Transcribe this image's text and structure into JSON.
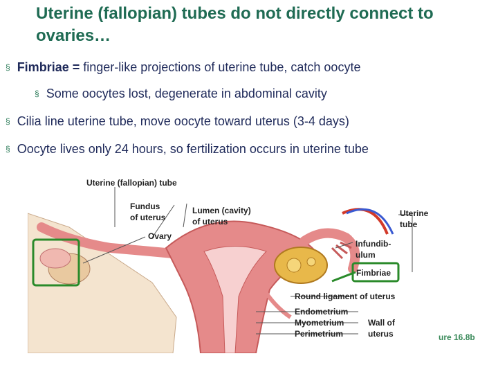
{
  "slide": {
    "title": "Uterine (fallopian) tubes do not directly connect to ovaries…",
    "bullets": {
      "b1_term": "Fimbriae = ",
      "b1_text": "finger-like projections of uterine tube, catch oocyte",
      "b2": "Some oocytes lost, degenerate in abdominal cavity",
      "b3": "Cilia line uterine tube, move oocyte toward uterus (3-4 days)",
      "b4": "Oocyte lives only 24 hours, so fertilization occurs in uterine tube"
    },
    "bullet_marker": "§"
  },
  "figure": {
    "labels": {
      "uterine_tube_top": "Uterine (fallopian) tube",
      "fundus_1": "Fundus",
      "fundus_2": "of uterus",
      "lumen_1": "Lumen (cavity)",
      "lumen_2": "of uterus",
      "ovary": "Ovary",
      "uterine_tube_right_1": "Uterine",
      "uterine_tube_right_2": "tube",
      "infundibulum_1": "Infundib-",
      "infundibulum_2": "ulum",
      "fimbriae": "Fimbriae",
      "round_ligament": "Round ligament of uterus",
      "endometrium": "Endometrium",
      "myometrium": "Myometrium",
      "perimetrium": "Perimetrium",
      "wall_1": "Wall of",
      "wall_2": "uterus"
    },
    "figure_ref": "ure 16.8b",
    "colors": {
      "highlight": "#2a8a2a",
      "tissue": "#e58a8a",
      "tissue_dark": "#c65a5a",
      "ovary": "#e8b84a",
      "background": "#f4e4cf"
    }
  }
}
